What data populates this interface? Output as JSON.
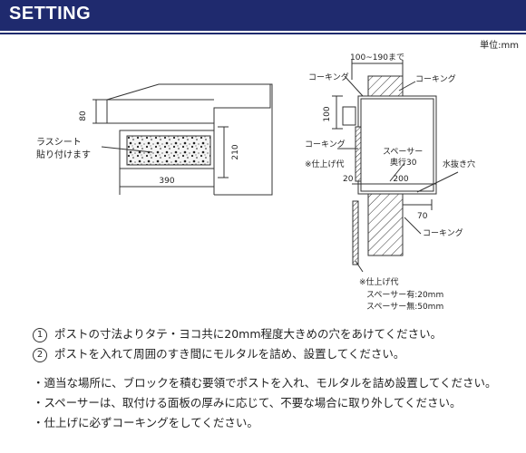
{
  "header": {
    "title": "SETTING"
  },
  "unit_label": "単位:mm",
  "left_diagram": {
    "dim_80": "80",
    "dim_210": "210",
    "dim_390": "390",
    "lath_label_1": "ラスシート",
    "lath_label_2": "貼り付けます"
  },
  "right_diagram": {
    "range_label": "100~190まで",
    "caulking_top_left": "コーキング",
    "caulking_top_right": "コーキング",
    "dim_100": "100",
    "caulking_mid": "コーキング",
    "finish_allowance": "※仕上げ代",
    "spacer_label_1": "スペーサー",
    "spacer_label_2": "奥行30",
    "drain_hole": "水抜き穴",
    "dim_20": "20",
    "dim_200": "200",
    "dim_70": "70",
    "caulking_bottom": "コーキング",
    "note_title": "※仕上げ代",
    "note_line_1": "スペーサー有:20mm",
    "note_line_2": "スペーサー無:50mm"
  },
  "steps": [
    {
      "num": "1",
      "text": "ポストの寸法よりタテ・ヨコ共に20mm程度大きめの穴をあけてください。"
    },
    {
      "num": "2",
      "text": "ポストを入れて周囲のすき間にモルタルを詰め、設置してください。"
    }
  ],
  "notes": [
    "・適当な場所に、ブロックを積む要領でポストを入れ、モルタルを詰め設置してください。",
    "・スペーサーは、取付ける面板の厚みに応じて、不要な場合に取り外してください。",
    "・仕上げに必ずコーキングをしてください。"
  ]
}
